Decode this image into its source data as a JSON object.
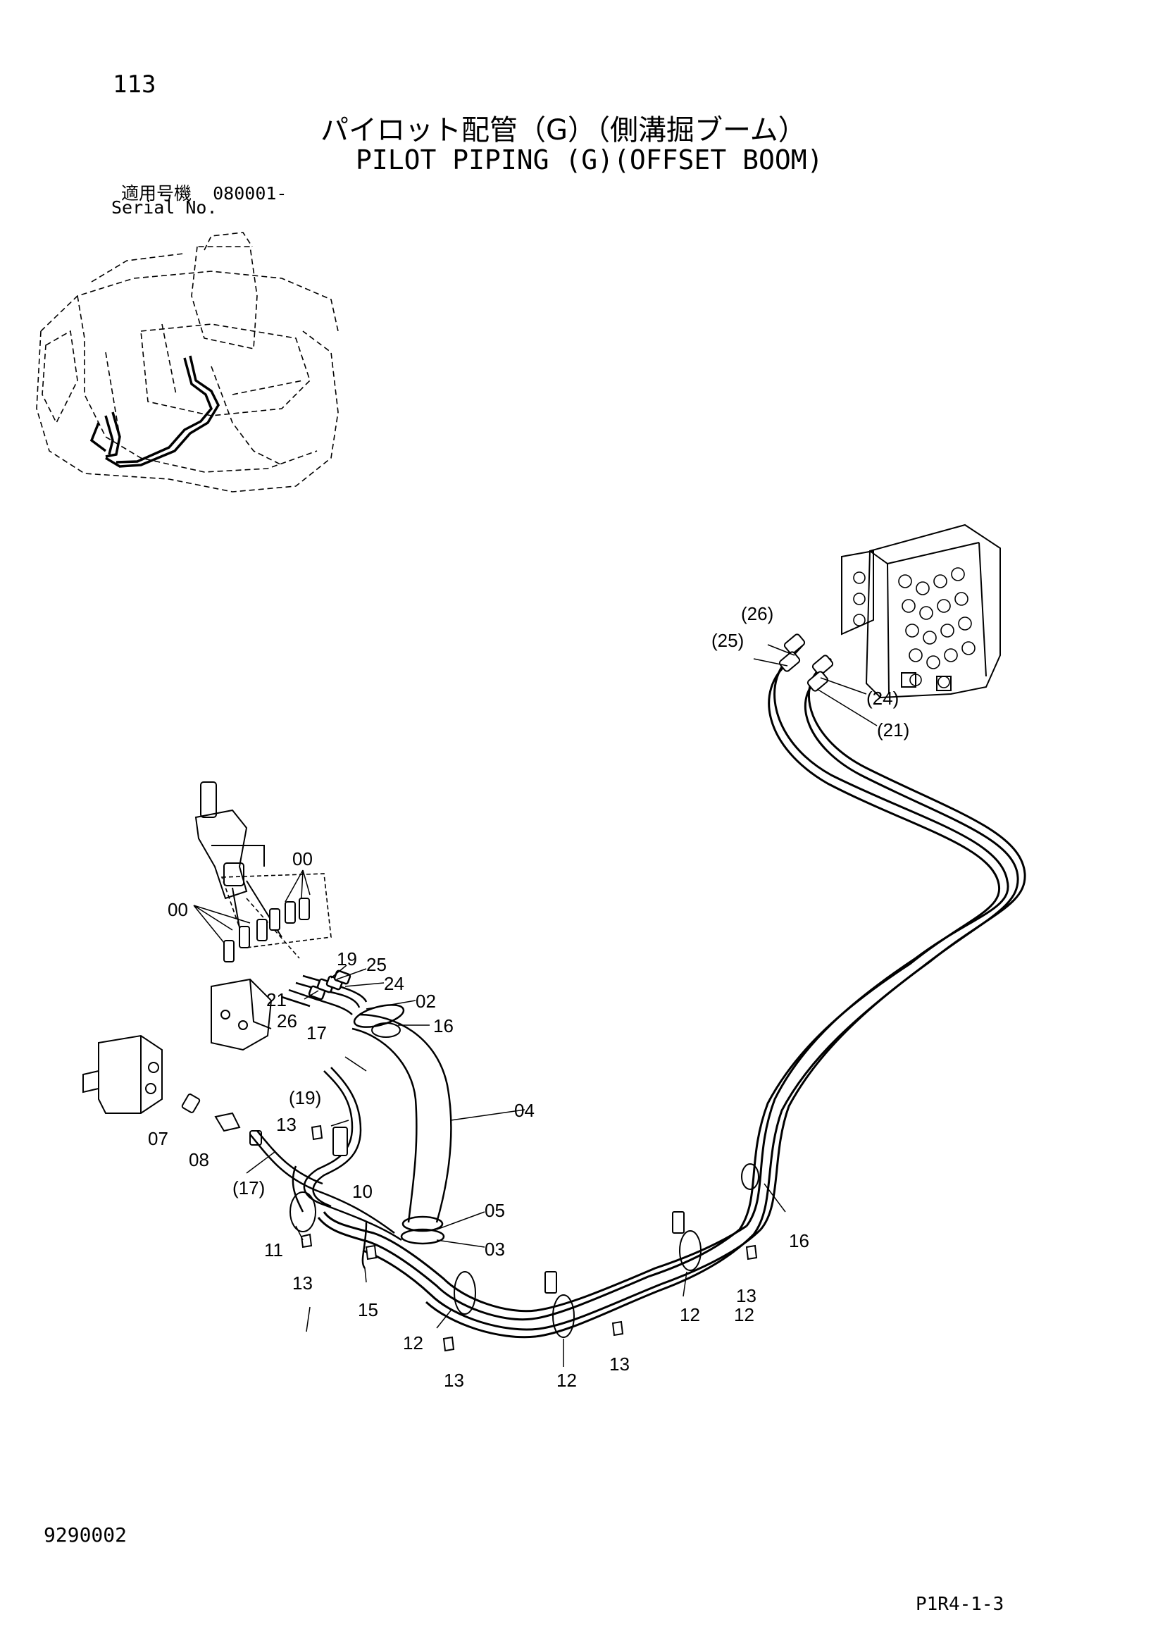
{
  "header": {
    "page_number": "113",
    "title_jp": "パイロット配管（G）（側溝掘ブーム）",
    "title_en": "PILOT PIPING (G)(OFFSET BOOM)",
    "serial_label_jp": "適用号機",
    "serial_value": "080001-",
    "serial_label_en": "Serial No."
  },
  "callouts": [
    {
      "text": "(26)"
    },
    {
      "text": "(25)"
    },
    {
      "text": "(24)"
    },
    {
      "text": "(21)"
    },
    {
      "text": "00"
    },
    {
      "text": "00"
    },
    {
      "text": "19"
    },
    {
      "text": "25"
    },
    {
      "text": "24"
    },
    {
      "text": "21"
    },
    {
      "text": "02"
    },
    {
      "text": "26"
    },
    {
      "text": "16"
    },
    {
      "text": "17"
    },
    {
      "text": "(19)"
    },
    {
      "text": "04"
    },
    {
      "text": "07"
    },
    {
      "text": "13"
    },
    {
      "text": "08"
    },
    {
      "text": "(17)"
    },
    {
      "text": "10"
    },
    {
      "text": "05"
    },
    {
      "text": "11"
    },
    {
      "text": "03"
    },
    {
      "text": "13"
    },
    {
      "text": "16"
    },
    {
      "text": "15"
    },
    {
      "text": "12"
    },
    {
      "text": "13"
    },
    {
      "text": "12"
    },
    {
      "text": "12"
    },
    {
      "text": "13"
    },
    {
      "text": "13"
    },
    {
      "text": "12"
    }
  ],
  "footer": {
    "left_code": "9290002",
    "right_code": "P1R4-1-3"
  }
}
